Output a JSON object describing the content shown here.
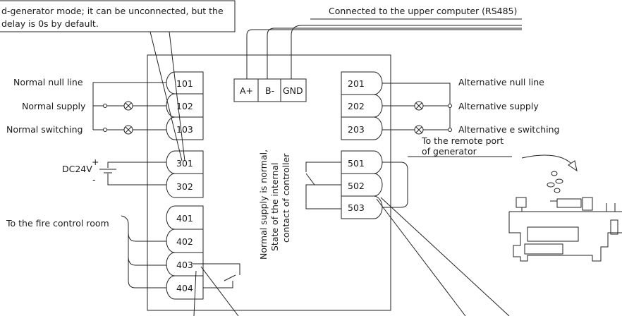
{
  "note_box": {
    "line1": "d-generator mode; it can be unconnected, but the",
    "line2": "delay is 0s by default."
  },
  "rs485_label": "Connected to the upper computer (RS485)",
  "rs485_terminals": [
    "A+",
    "B-",
    "GND"
  ],
  "left_labels": {
    "normal_null": "Normal null line",
    "normal_supply": "Normal supply",
    "normal_switching": "Normal switching",
    "dc24v": "DC24V",
    "plus": "+",
    "minus": "-",
    "fire_room": "To the fire control room"
  },
  "right_labels": {
    "alt_null": "Alternative  null line",
    "alt_supply": "Alternative supply",
    "alt_switching": "Alternative e switching",
    "remote_line1": "To the remote port",
    "remote_line2": "of generator"
  },
  "center_text": {
    "line1": "Normal supply is normal,",
    "line2": "State of the internal",
    "line3": "contact of controller"
  },
  "left_terminals": [
    "101",
    "102",
    "103",
    "301",
    "302",
    "401",
    "402",
    "403",
    "404"
  ],
  "right_terminals": [
    "201",
    "202",
    "203",
    "501",
    "502",
    "503"
  ]
}
